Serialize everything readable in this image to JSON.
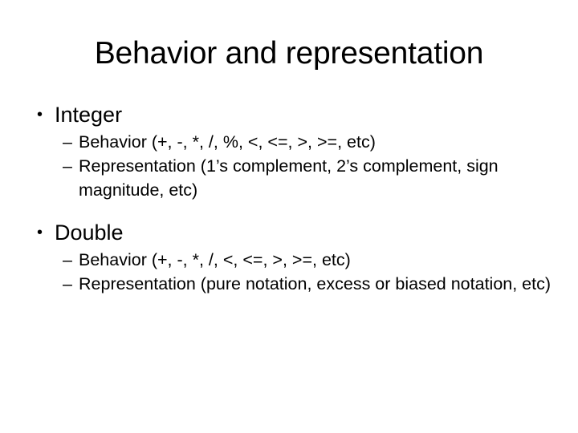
{
  "slide": {
    "title": "Behavior and representation",
    "background_color": "#ffffff",
    "text_color": "#000000",
    "bullet_marker": "•",
    "sub_bullet_marker": "–",
    "sections": [
      {
        "heading": "Integer",
        "items": [
          "Behavior (+, -, *, /, %, <, <=, >, >=, etc)",
          "Representation (1’s complement, 2’s complement, sign magnitude, etc)"
        ]
      },
      {
        "heading": "Double",
        "items": [
          "Behavior (+, -, *, /, <, <=, >, >=, etc)",
          "Representation (pure notation, excess or biased notation, etc)"
        ]
      }
    ]
  }
}
